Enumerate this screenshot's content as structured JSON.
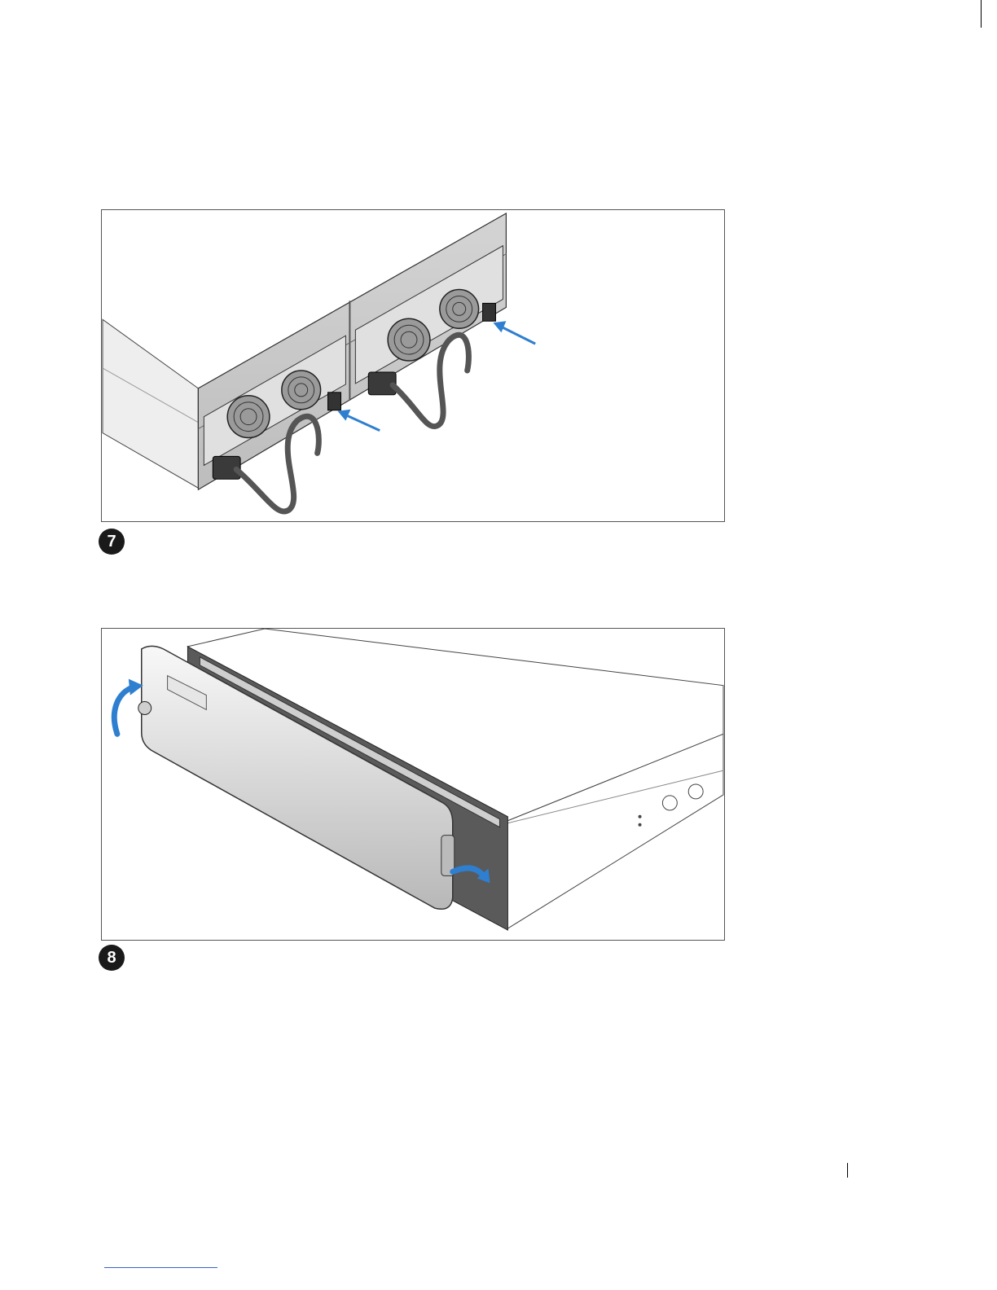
{
  "steps": [
    {
      "number": "7",
      "illustration": "rear-power-switches"
    },
    {
      "number": "8",
      "illustration": "front-bezel-install"
    }
  ],
  "colors": {
    "arrow": "#2f7fd0",
    "badge": "#1a1a1a",
    "frame": "#555555",
    "footer_rule": "#3a63c8"
  }
}
